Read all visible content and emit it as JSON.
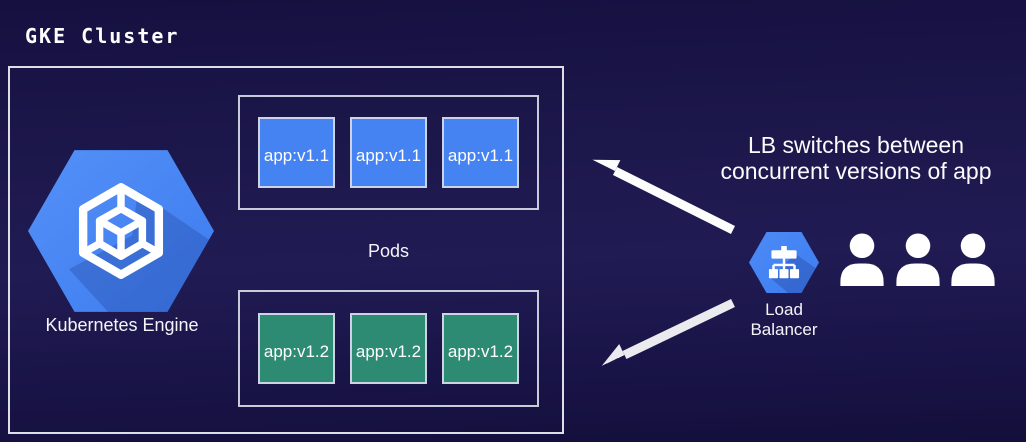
{
  "title": "GKE Cluster",
  "cluster": {
    "engine_label": "Kubernetes Engine",
    "pods_label": "Pods",
    "rows": [
      {
        "version": "v1.1",
        "color": "#4583f2",
        "pods": [
          "app:v1.1",
          "app:v1.1",
          "app:v1.1"
        ]
      },
      {
        "version": "v1.2",
        "color": "#2d8b73",
        "pods": [
          "app:v1.2",
          "app:v1.2",
          "app:v1.2"
        ]
      }
    ]
  },
  "load_balancer": {
    "line1": "Load",
    "line2": "Balancer"
  },
  "annotation": {
    "line1": "LB switches between",
    "line2": "concurrent versions of app"
  },
  "users": {
    "count": 3
  },
  "colors": {
    "background": "#1b1648",
    "google_blue": "#4285f4",
    "pod_blue": "#4583f2",
    "pod_green": "#2d8b73",
    "box_border": "#dcdee8",
    "arrow": "#f4f4f7",
    "text": "#ffffff"
  }
}
